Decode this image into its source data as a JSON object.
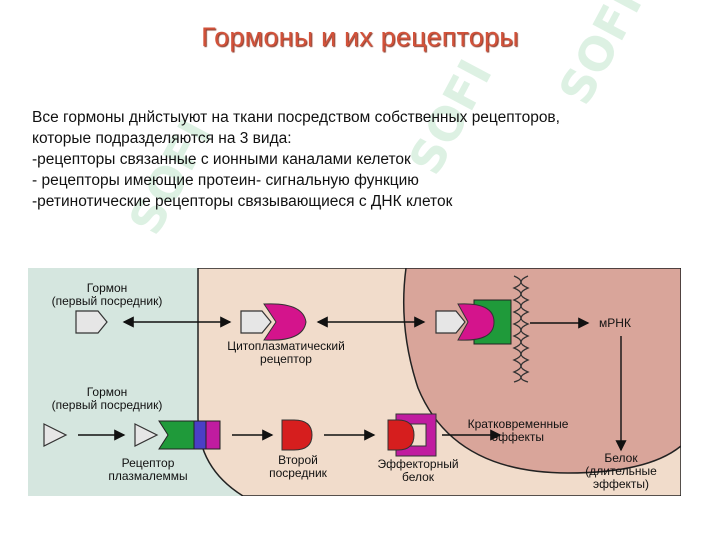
{
  "title": "Гормоны и их рецепторы",
  "intro": {
    "lines": [
      "Все гормоны днйстыуют на ткани посредством собственных  рецепторов,",
      "которые подразделяются на 3 вида:",
      "-рецепторы связанные с ионными каналами келеток",
      "- рецепторы имеющие протеин- сигнальную функцию",
      "-ретинотические рецепторы связывающиеся с ДНК клеток"
    ]
  },
  "diagram": {
    "hormone_top": [
      "Гормон",
      "(первый посредник)"
    ],
    "hormone_bottom": [
      "Гормон",
      "(первый посредник)"
    ],
    "cytoplasmic_receptor": [
      "Цитоплазматический",
      "рецептор"
    ],
    "mrna": "мРНК",
    "short_effects": [
      "Кратковременные",
      "эффекты"
    ],
    "protein": [
      "Белок",
      "(длительные",
      "эффекты)"
    ],
    "membrane_receptor": [
      "Рецептор",
      "плазмалеммы"
    ],
    "second_messenger": [
      "Второй",
      "посредник"
    ],
    "effector_protein": [
      "Эффекторный",
      "белок"
    ]
  },
  "colors": {
    "title": "#d2523a",
    "extracellular": "#d5e6df",
    "cytoplasm": "#f1dccb",
    "nucleus": "#d9a59a",
    "receptor_magenta": "#d4148c",
    "dna_binding_green": "#1f9a3a",
    "second_messenger_red": "#d61e1e",
    "watermark": "#d8efdf"
  }
}
